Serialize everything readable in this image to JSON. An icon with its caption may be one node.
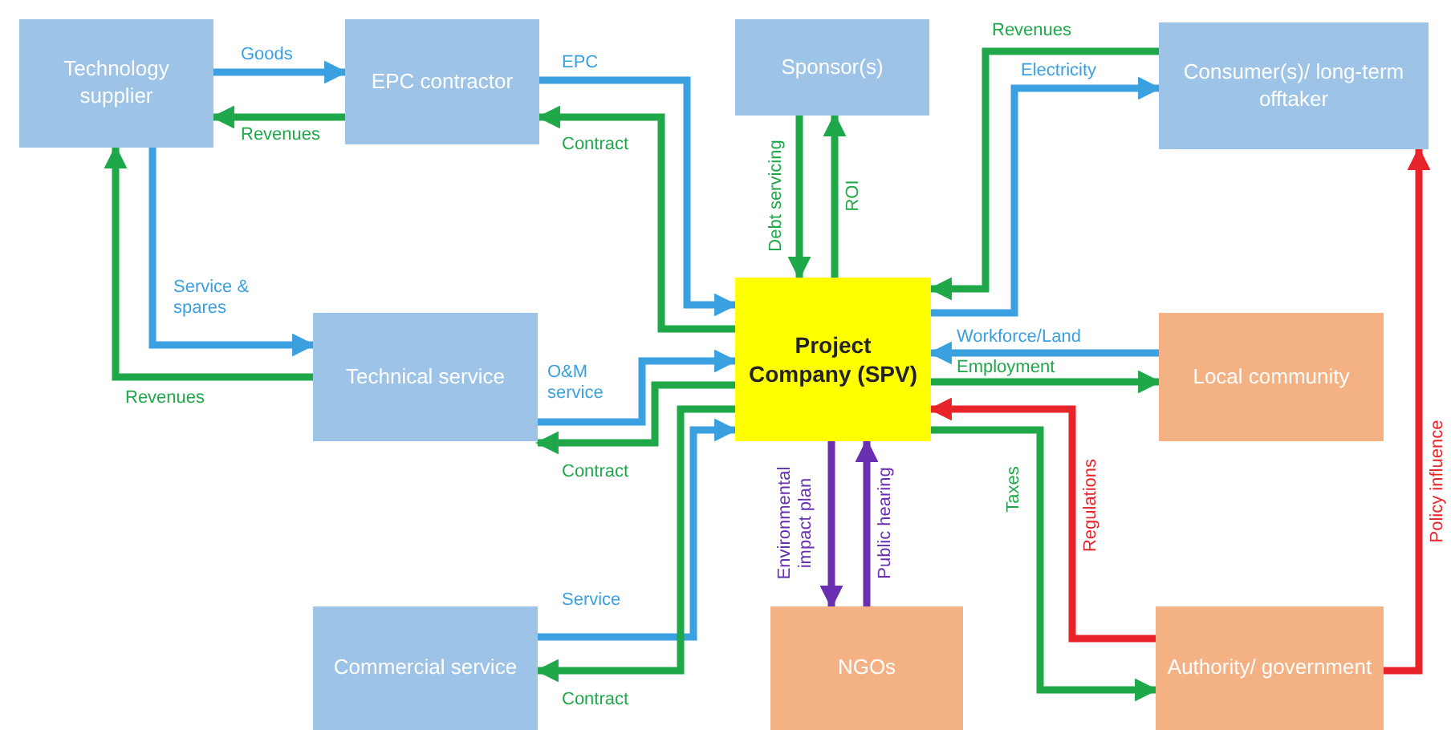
{
  "diagram": {
    "nodes": [
      {
        "text": [
          "Technology supplier"
        ]
      },
      {
        "text": [
          "EPC contractor"
        ]
      },
      {
        "text": [
          "Sponsor(s)"
        ]
      },
      {
        "text": [
          "Consumer(s)/ long-term offtaker"
        ]
      },
      {
        "text": [
          "Technical service"
        ]
      },
      {
        "text": [
          "Project Company (SPV)"
        ]
      },
      {
        "text": [
          "Local community"
        ]
      },
      {
        "text": [
          "Commercial service"
        ]
      },
      {
        "text": [
          "NGOs"
        ]
      },
      {
        "text": [
          "Authority/ government"
        ]
      }
    ],
    "edges": [
      {
        "from": 0,
        "to": 1,
        "arrow": "to",
        "label": "Goods",
        "color": "#3aa0e0"
      },
      {
        "from": 1,
        "to": 0,
        "arrow": "to",
        "label": "Revenues"
      },
      {
        "from": 1,
        "to": 5,
        "arrow": "to",
        "label": "EPC",
        "color": "#3aa0e0"
      },
      {
        "from": 5,
        "to": 1,
        "arrow": "to",
        "label": "Contract"
      },
      {
        "from": 2,
        "to": 5,
        "arrow": "to",
        "label": "Debt servicing"
      },
      {
        "from": 5,
        "to": 2,
        "arrow": "to",
        "label": "ROI"
      },
      {
        "from": 3,
        "to": 5,
        "arrow": "to",
        "label": "Revenues"
      },
      {
        "from": 5,
        "to": 3,
        "arrow": "to",
        "label": "Electricity",
        "color": "#3aa0e0"
      },
      {
        "from": 6,
        "to": 5,
        "arrow": "to",
        "label": "Workforce/Land",
        "color": "#3aa0e0"
      },
      {
        "from": 5,
        "to": 6,
        "arrow": "to",
        "label": "Employment"
      },
      {
        "from": 0,
        "to": 4,
        "arrow": "to",
        "label": "Service & spares",
        "color": "#3aa0e0"
      },
      {
        "from": 4,
        "to": 0,
        "arrow": "to",
        "label": "Revenues"
      },
      {
        "from": 4,
        "to": 5,
        "arrow": "to",
        "label": "O&M service",
        "color": "#3aa0e0"
      },
      {
        "from": 5,
        "to": 4,
        "arrow": "to",
        "label": "Contract"
      },
      {
        "from": 7,
        "to": 5,
        "arrow": "to",
        "label": "Service",
        "color": "#3aa0e0"
      },
      {
        "from": 5,
        "to": 7,
        "arrow": "to",
        "label": "Contract"
      },
      {
        "from": 5,
        "to": 8,
        "arrow": "to",
        "label": "Environmental impact plan",
        "color": "#6a2fb0"
      },
      {
        "from": 8,
        "to": 5,
        "arrow": "to",
        "label": "Public hearing",
        "color": "#6a2fb0"
      },
      {
        "from": 5,
        "to": 9,
        "arrow": "to",
        "label": "Taxes"
      },
      {
        "from": 9,
        "to": 5,
        "arrow": "to",
        "label": "Regulations",
        "color": "#e8242a"
      },
      {
        "from": 9,
        "to": 3,
        "arrow": "to",
        "label": "Policy influence",
        "color": "#e8242a"
      }
    ]
  }
}
